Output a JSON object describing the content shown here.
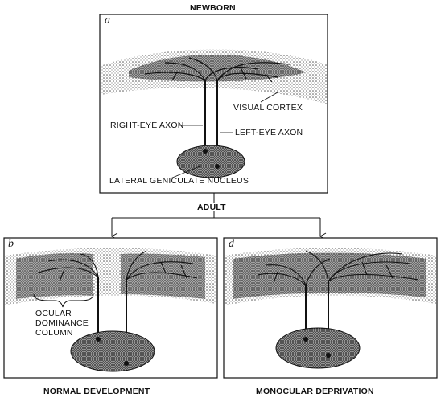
{
  "headings": {
    "newborn": "NEWBORN",
    "adult": "ADULT",
    "normal": "NORMAL DEVELOPMENT",
    "monocular": "MONOCULAR DEPRIVATION"
  },
  "panels": {
    "a": "a",
    "b": "b",
    "d": "d"
  },
  "labels": {
    "visual_cortex": "VISUAL CORTEX",
    "right_eye_axon": "RIGHT-EYE AXON",
    "left_eye_axon": "LEFT-EYE AXON",
    "lgn": "LATERAL GENICULATE NUCLEUS",
    "ocular": "OCULAR",
    "dominance": "DOMINANCE",
    "column": "COLUMN"
  }
}
